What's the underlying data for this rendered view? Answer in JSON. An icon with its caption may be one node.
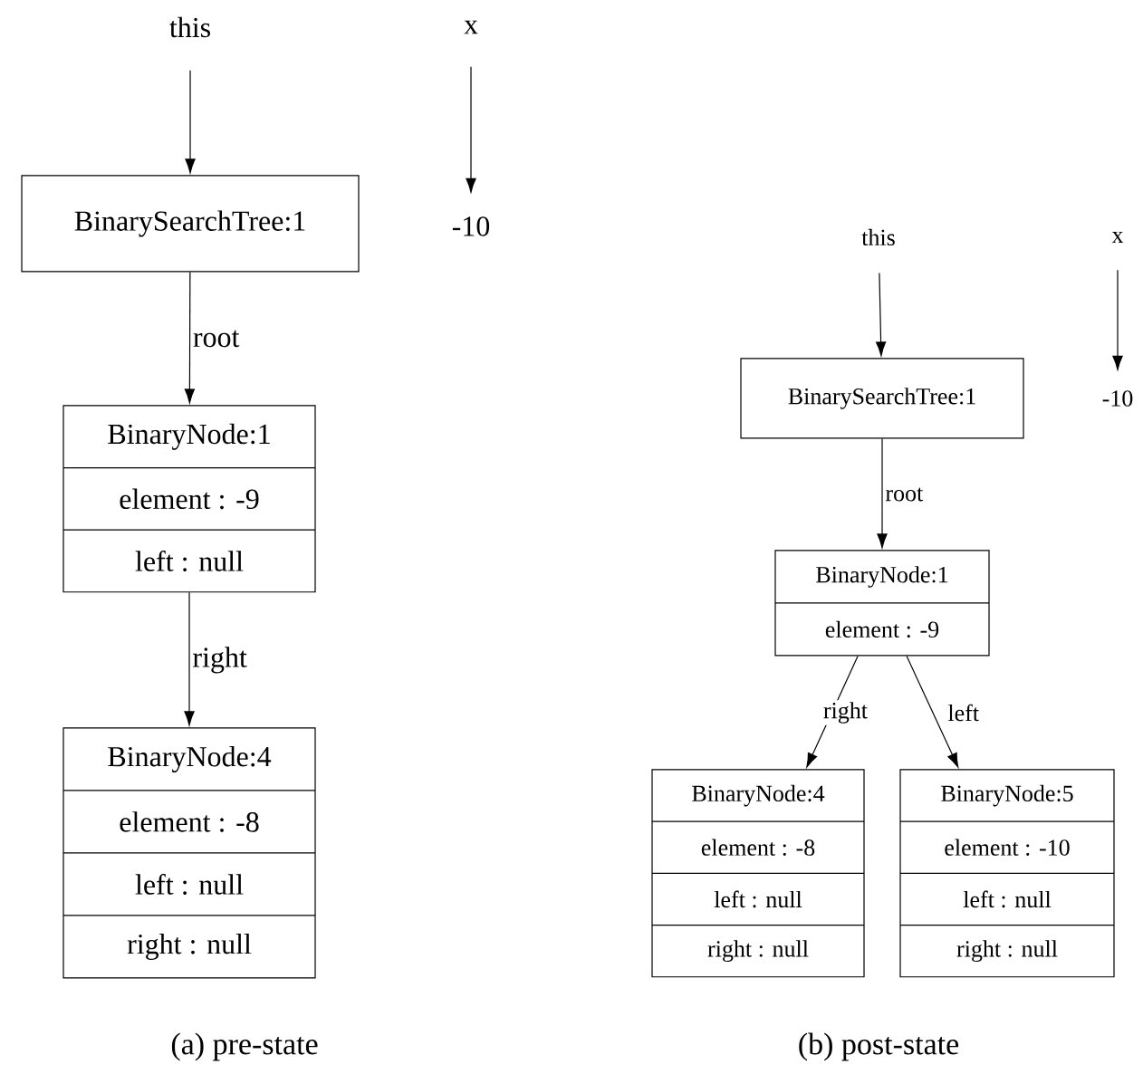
{
  "diagram": {
    "nodes": [
      {
        "text": [
          "this"
        ]
      },
      {
        "text": [
          "x"
        ]
      },
      {
        "text": [
          "BinarySearchTree:1"
        ]
      },
      {
        "text": [
          "-10"
        ]
      },
      {
        "text": [
          "BinaryNode:1",
          "element : -9",
          "left : null"
        ]
      },
      {
        "text": [
          "BinaryNode:4",
          "element : -8",
          "left : null",
          "right : null"
        ]
      },
      {
        "text": [
          "this"
        ]
      },
      {
        "text": [
          "x"
        ]
      },
      {
        "text": [
          "BinarySearchTree:1"
        ]
      },
      {
        "text": [
          "-10"
        ]
      },
      {
        "text": [
          "BinaryNode:1",
          "element : -9"
        ]
      },
      {
        "text": [
          "BinaryNode:4",
          "element : -8",
          "left : null",
          "right : null"
        ]
      },
      {
        "text": [
          "BinaryNode:5",
          "element : -10",
          "left : null",
          "right : null"
        ]
      }
    ],
    "edges": [
      {
        "from": 0,
        "to": 2,
        "arrow": "to"
      },
      {
        "from": 1,
        "to": 3,
        "arrow": "to"
      },
      {
        "from": 2,
        "to": 4,
        "arrow": "to",
        "label": "root"
      },
      {
        "from": 4,
        "to": 5,
        "arrow": "to",
        "label": "right"
      },
      {
        "from": 6,
        "to": 8,
        "arrow": "to"
      },
      {
        "from": 7,
        "to": 9,
        "arrow": "to"
      },
      {
        "from": 8,
        "to": 10,
        "arrow": "to",
        "label": "root"
      },
      {
        "from": 10,
        "to": 11,
        "arrow": "to",
        "label": "right"
      },
      {
        "from": 10,
        "to": 12,
        "arrow": "to",
        "label": "left"
      }
    ],
    "labels": [
      "(a) pre-state",
      "(b) post-state"
    ]
  }
}
